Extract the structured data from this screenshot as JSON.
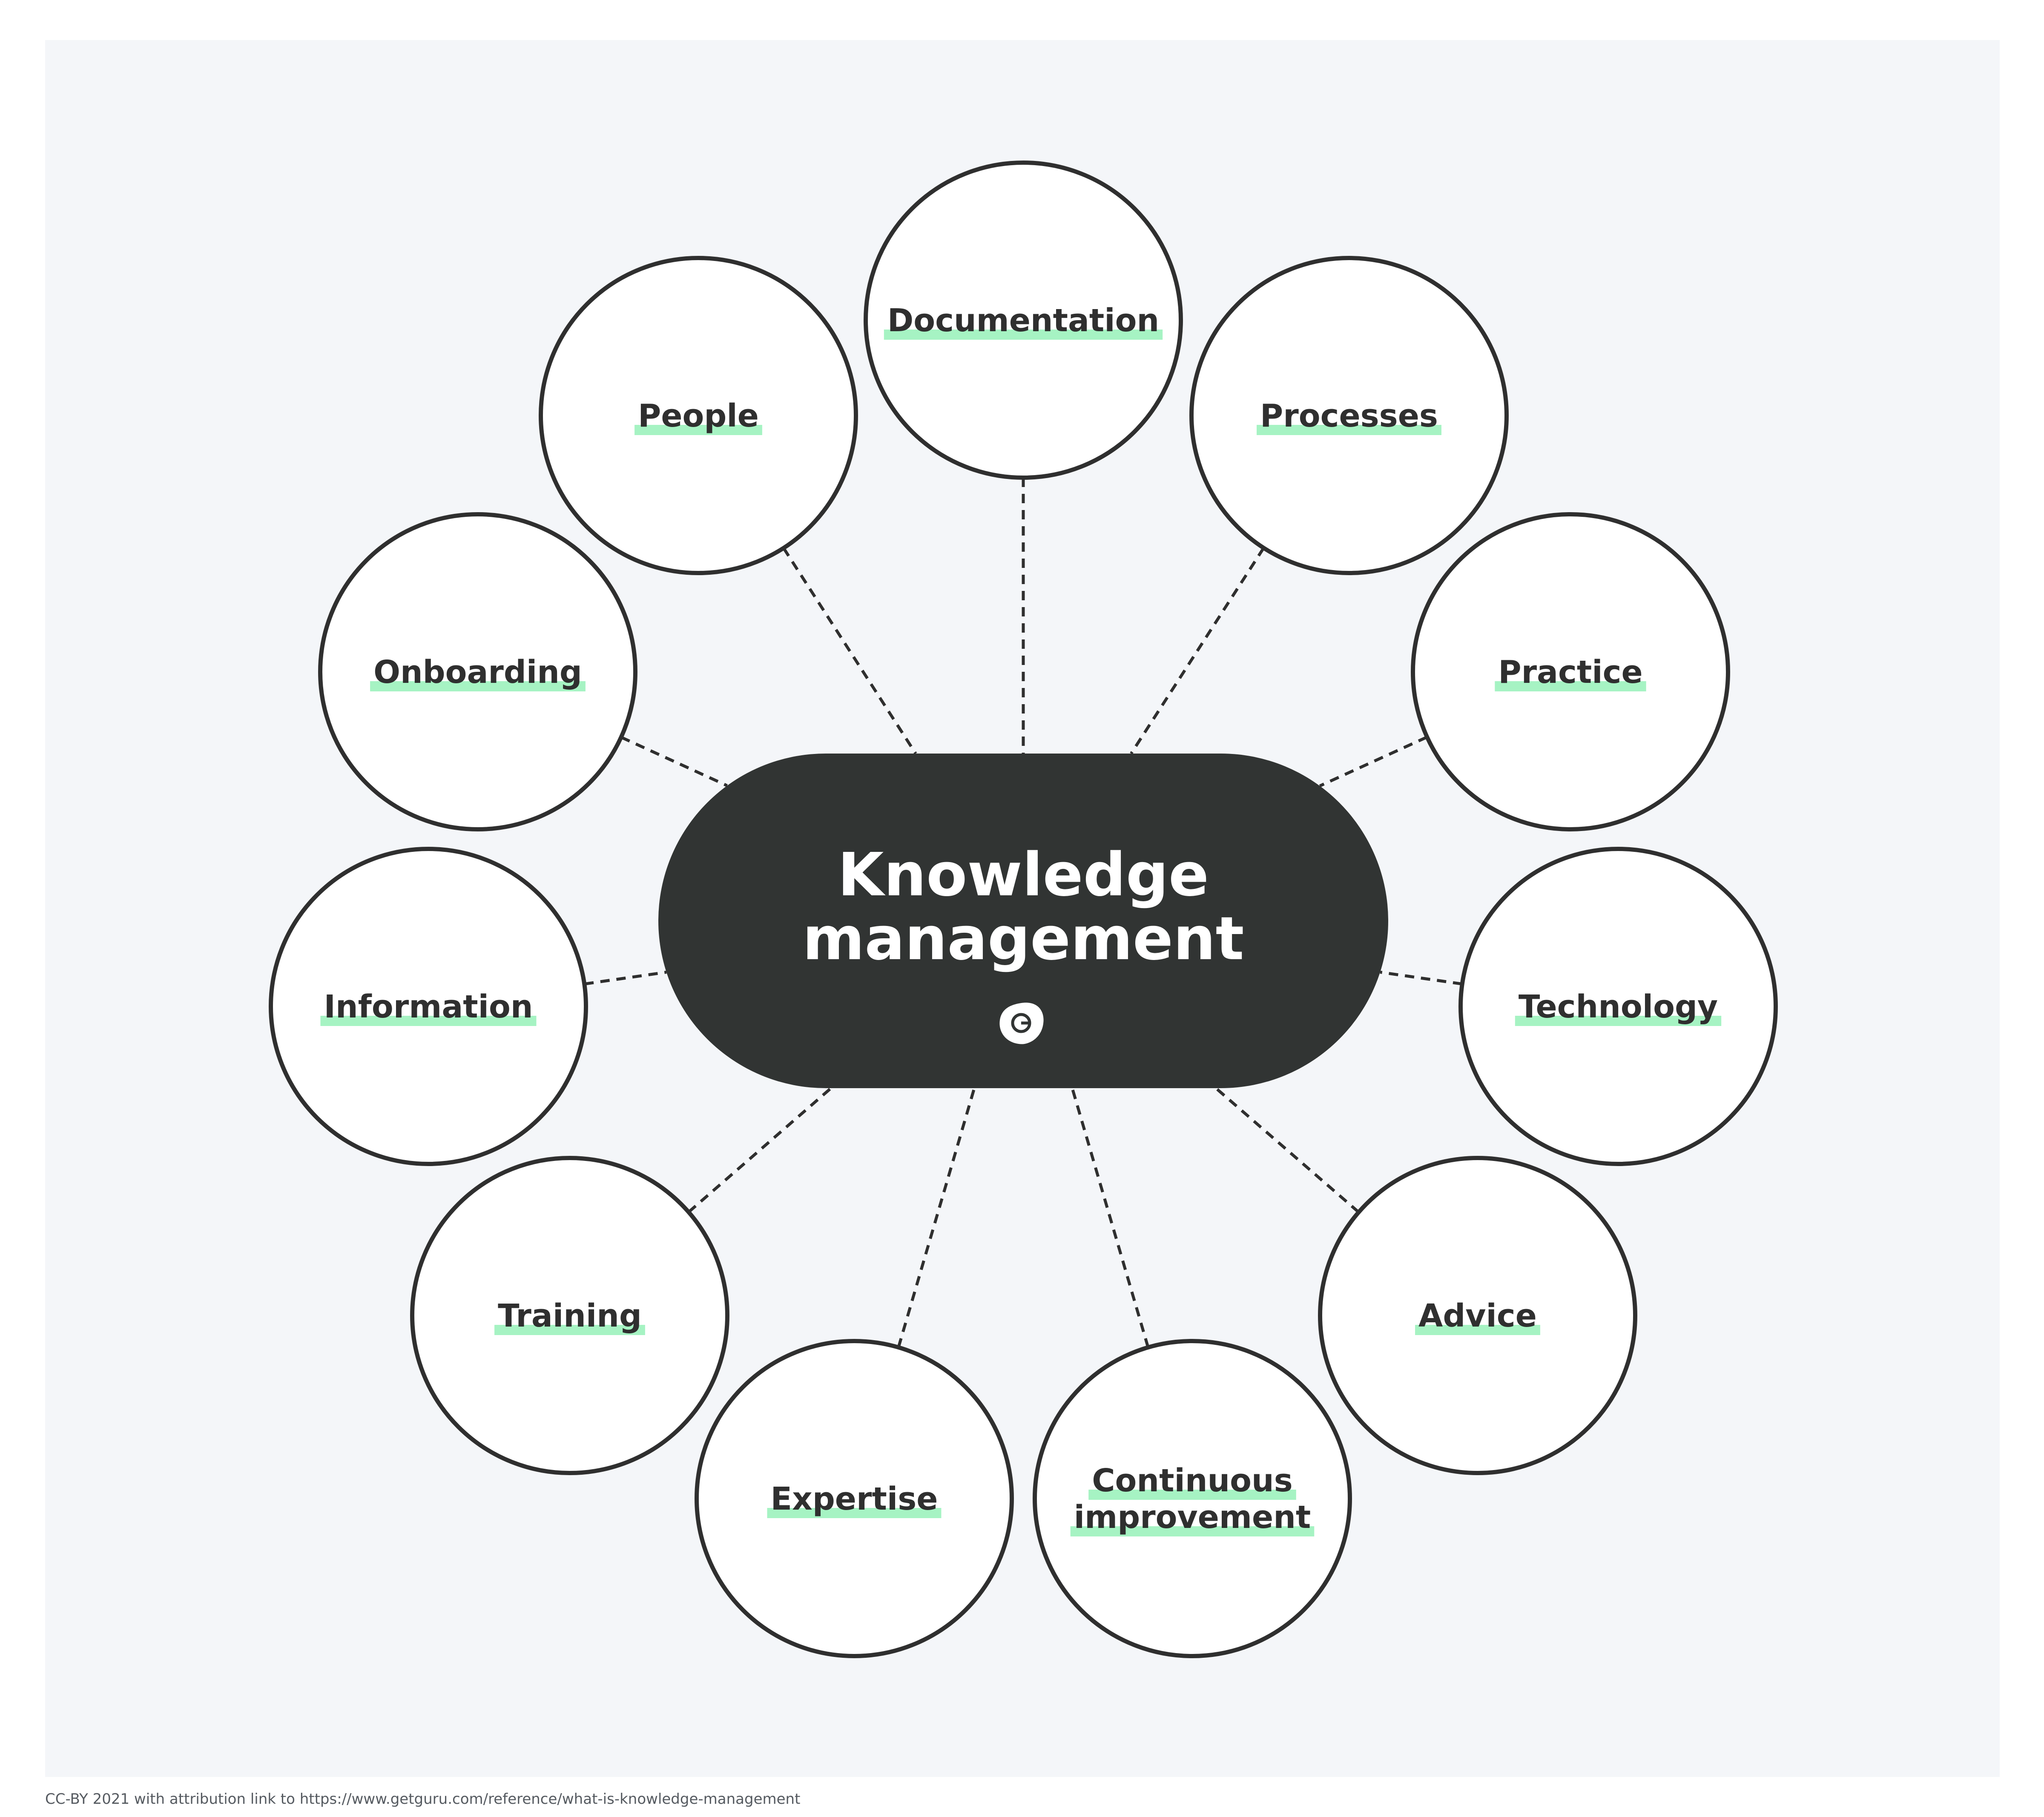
{
  "diagram": {
    "center": {
      "title_line1": "Knowledge",
      "title_line2": "management",
      "logo_icon": "guru-logo-icon"
    },
    "nodes": [
      {
        "id": "documentation",
        "lines": [
          "Documentation"
        ]
      },
      {
        "id": "processes",
        "lines": [
          "Processes"
        ]
      },
      {
        "id": "practice",
        "lines": [
          "Practice"
        ]
      },
      {
        "id": "technology",
        "lines": [
          "Technology"
        ]
      },
      {
        "id": "advice",
        "lines": [
          "Advice"
        ]
      },
      {
        "id": "continuous-improvement",
        "lines": [
          "Continuous",
          "improvement"
        ]
      },
      {
        "id": "expertise",
        "lines": [
          "Expertise"
        ]
      },
      {
        "id": "training",
        "lines": [
          "Training"
        ]
      },
      {
        "id": "information",
        "lines": [
          "Information"
        ]
      },
      {
        "id": "onboarding",
        "lines": [
          "Onboarding"
        ]
      },
      {
        "id": "people",
        "lines": [
          "People"
        ]
      }
    ]
  },
  "footer": {
    "attribution": "CC-BY 2021 with attribution link to https://www.getguru.com/reference/what-is-knowledge-management"
  },
  "colors": {
    "panel_background": "#f4f6f9",
    "hub_fill": "#313433",
    "outline": "#2f2f2f",
    "highlight": "#a6f3c3"
  }
}
